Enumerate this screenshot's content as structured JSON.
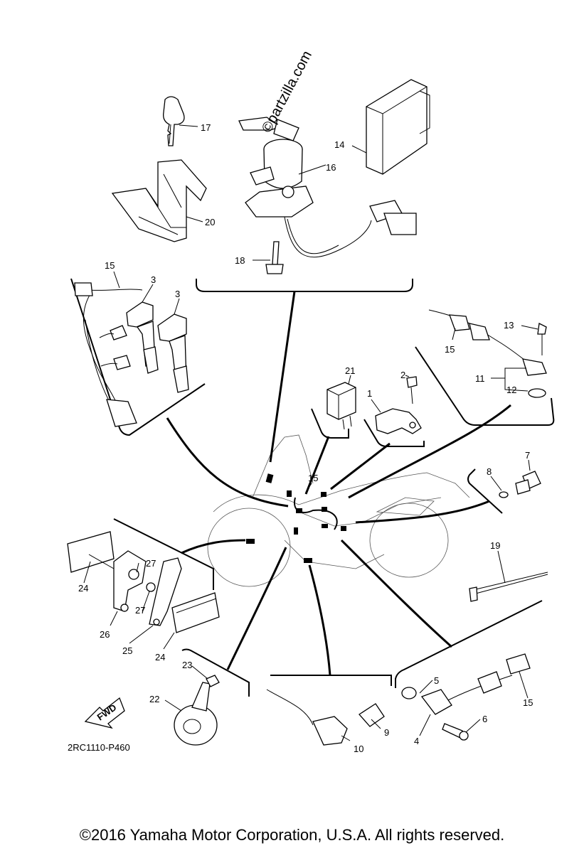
{
  "diagram": {
    "code": "2RC1110-P460",
    "fwd_label": "FWD",
    "watermark": "©partzilla.com",
    "copyright": "©2016 Yamaha Motor Corporation, U.S.A. All rights reserved.",
    "callouts": [
      {
        "id": "c17",
        "text": "17"
      },
      {
        "id": "c14",
        "text": "14"
      },
      {
        "id": "c16",
        "text": "16"
      },
      {
        "id": "c20",
        "text": "20"
      },
      {
        "id": "c18",
        "text": "18"
      },
      {
        "id": "c15a",
        "text": "15"
      },
      {
        "id": "c3a",
        "text": "3"
      },
      {
        "id": "c3b",
        "text": "3"
      },
      {
        "id": "c13",
        "text": "13"
      },
      {
        "id": "c15b",
        "text": "15"
      },
      {
        "id": "c11",
        "text": "11"
      },
      {
        "id": "c12",
        "text": "12"
      },
      {
        "id": "c21",
        "text": "21"
      },
      {
        "id": "c2",
        "text": "2"
      },
      {
        "id": "c1",
        "text": "1"
      },
      {
        "id": "c15c",
        "text": "15"
      },
      {
        "id": "c7",
        "text": "7"
      },
      {
        "id": "c8",
        "text": "8"
      },
      {
        "id": "c19",
        "text": "19"
      },
      {
        "id": "c24a",
        "text": "24"
      },
      {
        "id": "c27a",
        "text": "27"
      },
      {
        "id": "c27b",
        "text": "27"
      },
      {
        "id": "c26",
        "text": "26"
      },
      {
        "id": "c25",
        "text": "25"
      },
      {
        "id": "c24b",
        "text": "24"
      },
      {
        "id": "c23",
        "text": "23"
      },
      {
        "id": "c22",
        "text": "22"
      },
      {
        "id": "c5",
        "text": "5"
      },
      {
        "id": "c6",
        "text": "6"
      },
      {
        "id": "c15d",
        "text": "15"
      },
      {
        "id": "c9",
        "text": "9"
      },
      {
        "id": "c10",
        "text": "10"
      },
      {
        "id": "c4",
        "text": "4"
      }
    ]
  }
}
